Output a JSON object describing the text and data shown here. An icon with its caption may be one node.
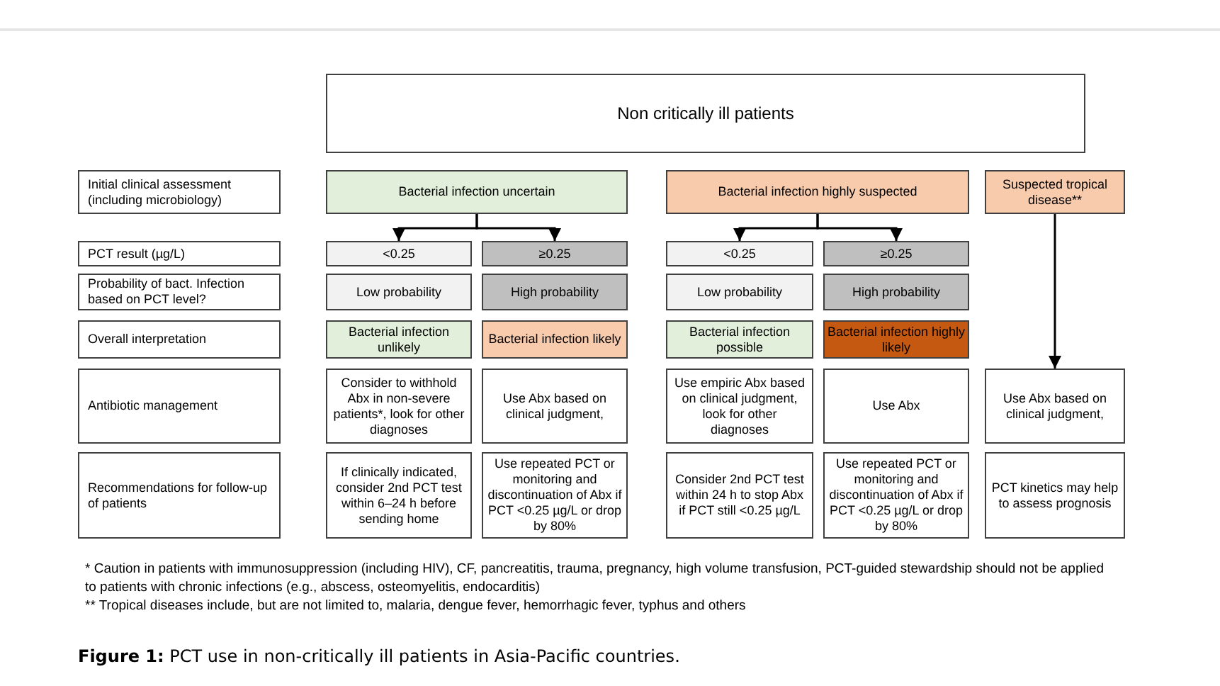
{
  "diagram": {
    "caption": "**Figure 1:** PCT use in non-critically ill patients in Asia-Pacific countries.",
    "nodes": [
      {
        "text": [
          "Non critically ill patients"
        ]
      },
      {
        "text": [
          "Initial clinical assessment (including microbiology)"
        ]
      },
      {
        "text": [
          "PCT result (µg/L)"
        ]
      },
      {
        "text": [
          "Probability of bact. Infection based on PCT level?"
        ]
      },
      {
        "text": [
          "Overall interpretation"
        ]
      },
      {
        "text": [
          "Antibiotic management"
        ]
      },
      {
        "text": [
          "Recommendations for follow-up of patients"
        ]
      },
      {
        "text": [
          "Bacterial infection uncertain"
        ]
      },
      {
        "text": [
          "Bacterial infection highly suspected"
        ]
      },
      {
        "text": [
          "Suspected tropical disease**"
        ]
      },
      {
        "text": [
          "<0.25"
        ]
      },
      {
        "text": [
          "≥0.25"
        ]
      },
      {
        "text": [
          "<0.25"
        ]
      },
      {
        "text": [
          "≥0.25"
        ]
      },
      {
        "text": [
          "Low probability"
        ]
      },
      {
        "text": [
          "High probability"
        ]
      },
      {
        "text": [
          "Low probability"
        ]
      },
      {
        "text": [
          "High probability"
        ]
      },
      {
        "text": [
          "Bacterial infection unlikely"
        ]
      },
      {
        "text": [
          "Bacterial infection likely"
        ]
      },
      {
        "text": [
          "Bacterial infection possible"
        ]
      },
      {
        "text": [
          "Bacterial infection highly likely"
        ]
      },
      {
        "text": [
          "Consider to withhold Abx in non-severe patients*, look for other diagnoses"
        ]
      },
      {
        "text": [
          "Use Abx based on clinical judgment,"
        ]
      },
      {
        "text": [
          "Use empiric Abx based on clinical judgment, look for other diagnoses"
        ]
      },
      {
        "text": [
          "Use Abx"
        ]
      },
      {
        "text": [
          "Use Abx based on clinical judgment,"
        ]
      },
      {
        "text": [
          "If clinically indicated, consider 2nd PCT test within 6–24 h before sending home"
        ]
      },
      {
        "text": [
          "Use repeated PCT or monitoring and discontinuation of Abx if PCT <0.25 µg/L or drop by 80%"
        ]
      },
      {
        "text": [
          "Consider 2nd PCT test within 24 h to stop Abx if PCT still <0.25 µg/L"
        ]
      },
      {
        "text": [
          "Use repeated PCT or monitoring and discontinuation of Abx if PCT <0.25 µg/L or drop by 80%"
        ]
      },
      {
        "text": [
          "PCT kinetics may help to assess prognosis"
        ]
      }
    ],
    "edges": [
      {
        "from": 7,
        "to": 10,
        "arrow": "to"
      },
      {
        "from": 7,
        "to": 11,
        "arrow": "to"
      },
      {
        "from": 8,
        "to": 12,
        "arrow": "to"
      },
      {
        "from": 8,
        "to": 13,
        "arrow": "to"
      },
      {
        "from": 9,
        "to": 26,
        "arrow": "to"
      }
    ],
    "labels": [
      "* Caution in patients with immunosuppression (including HIV), CF, pancreatitis, trauma, pregnancy, high volume transfusion, PCT-guided stewardship should not be applied to patients with chronic infections (e.g., abscess, osteomyelitis, endocarditis)",
      "** Tropical diseases include, but are not limited to, malaria, dengue fever, hemorrhagic fever, typhus and others"
    ]
  }
}
